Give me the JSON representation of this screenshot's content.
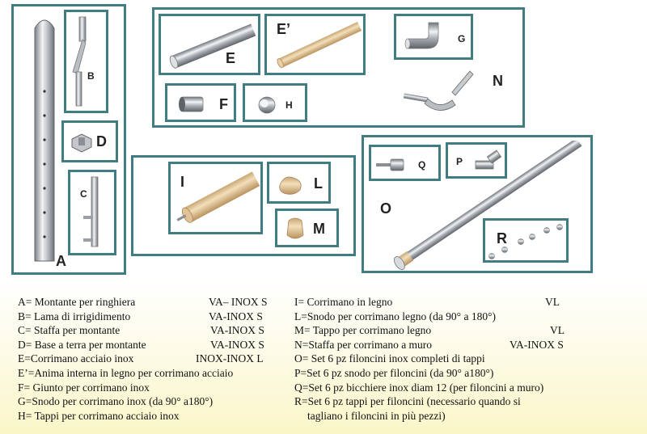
{
  "labels": {
    "A": "A",
    "B": "B",
    "C": "C",
    "D": "D",
    "E": "E",
    "E1": "E’",
    "F": "F",
    "G": "G",
    "H": "H",
    "I": "I",
    "L": "L",
    "M": "M",
    "N": "N",
    "O": "O",
    "P": "P",
    "Q": "Q",
    "R": "R"
  },
  "legend_left": [
    {
      "text": "A= Montante per ringhiera",
      "code": "VA– INOX S"
    },
    {
      "text": "B= Lama di irrigidimento",
      "code": "VA-INOX S"
    },
    {
      "text": "C= Staffa per montante",
      "code": "VA-INOX S"
    },
    {
      "text": "D= Base a terra per montante",
      "code": "VA-INOX S"
    },
    {
      "text": "E=Corrimano acciaio inox",
      "code": "INOX-INOX L"
    },
    {
      "text": "E’=Anima interna in legno per corrimano acciaio",
      "code": ""
    },
    {
      "text": "F= Giunto per corrimano inox",
      "code": ""
    },
    {
      "text": "G=Snodo per corrimano inox (da 90° a180°)",
      "code": ""
    },
    {
      "text": "H= Tappi per corrimano acciaio inox",
      "code": ""
    }
  ],
  "legend_right": [
    {
      "text": "I= Corrimano in legno",
      "code": "VL"
    },
    {
      "text": "L=Snodo per corrimano legno (da 90° a 180°)",
      "code": ""
    },
    {
      "text": "M= Tappo per corrimano legno",
      "code": "VL"
    },
    {
      "text": "N=Staffa per corrimano a muro",
      "code": "VA-INOX S"
    },
    {
      "text": "O= Set 6 pz filoncini inox completi di tappi",
      "code": ""
    },
    {
      "text": "P=Set 6 pz snodo per filoncini (da 90° a180°)",
      "code": ""
    },
    {
      "text": "Q=Set 6 pz bicchiere inox diam 12 (per filoncini a muro)",
      "code": ""
    },
    {
      "text": "R=Set 6 pz tappi per filoncini (necessario quando si",
      "code": ""
    },
    {
      "text": "tagliano i filoncini in più pezzi)",
      "code": ""
    }
  ],
  "colors": {
    "frame": "#3f7d80",
    "steel": "#b9bec3",
    "wood": "#e3c79b"
  }
}
